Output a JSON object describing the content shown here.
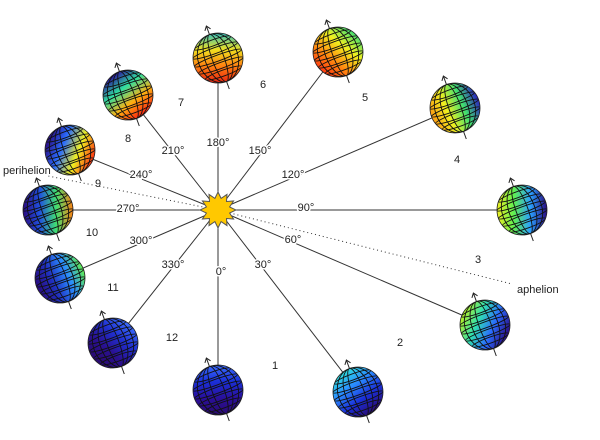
{
  "labels": {
    "perihelion": "perihelion",
    "aphelion": "aphelion"
  },
  "sun": {
    "fill": "#FFC800",
    "stroke": "#555555"
  },
  "angle_labels": [
    "0°",
    "30°",
    "60°",
    "90°",
    "120°",
    "150°",
    "180°",
    "210°",
    "240°",
    "270°",
    "300°",
    "330°"
  ],
  "month_labels": [
    "1",
    "2",
    "3",
    "4",
    "5",
    "6",
    "7",
    "8",
    "9",
    "10",
    "11",
    "12"
  ],
  "globes": [
    {
      "angle": 0,
      "colors": [
        "#3a6cff",
        "#1a2fd8",
        "#2a0f9a",
        "#2a0a70"
      ]
    },
    {
      "angle": 30,
      "colors": [
        "#2ee0e0",
        "#2a8cff",
        "#1a2fd8",
        "#2a0a70"
      ]
    },
    {
      "angle": 60,
      "colors": [
        "#b8f020",
        "#30e0b0",
        "#2a6cff",
        "#2a0a80"
      ]
    },
    {
      "angle": 90,
      "colors": [
        "#f0f020",
        "#60f050",
        "#2aa0ff",
        "#2a0a80"
      ]
    },
    {
      "angle": 120,
      "colors": [
        "#ff9a10",
        "#f0f020",
        "#40e070",
        "#2a20c0"
      ]
    },
    {
      "angle": 150,
      "colors": [
        "#ff3a10",
        "#ff9010",
        "#f0f020",
        "#40e070"
      ]
    },
    {
      "angle": 180,
      "colors": [
        "#e82010",
        "#ff8010",
        "#f0e020",
        "#30c0c0"
      ]
    },
    {
      "angle": 210,
      "colors": [
        "#ff2010",
        "#ffb010",
        "#30e0a0",
        "#2a10a0"
      ]
    },
    {
      "angle": 240,
      "colors": [
        "#ff3010",
        "#f0f020",
        "#2a6cff",
        "#2a0a80"
      ]
    },
    {
      "angle": 270,
      "colors": [
        "#ff8010",
        "#40e070",
        "#2050e0",
        "#2a0a80"
      ]
    },
    {
      "angle": 300,
      "colors": [
        "#60f050",
        "#2a8cff",
        "#2030c0",
        "#2a0a80"
      ]
    },
    {
      "angle": 330,
      "colors": [
        "#3a6cff",
        "#2030d0",
        "#2a1090",
        "#2a0a70"
      ]
    }
  ]
}
